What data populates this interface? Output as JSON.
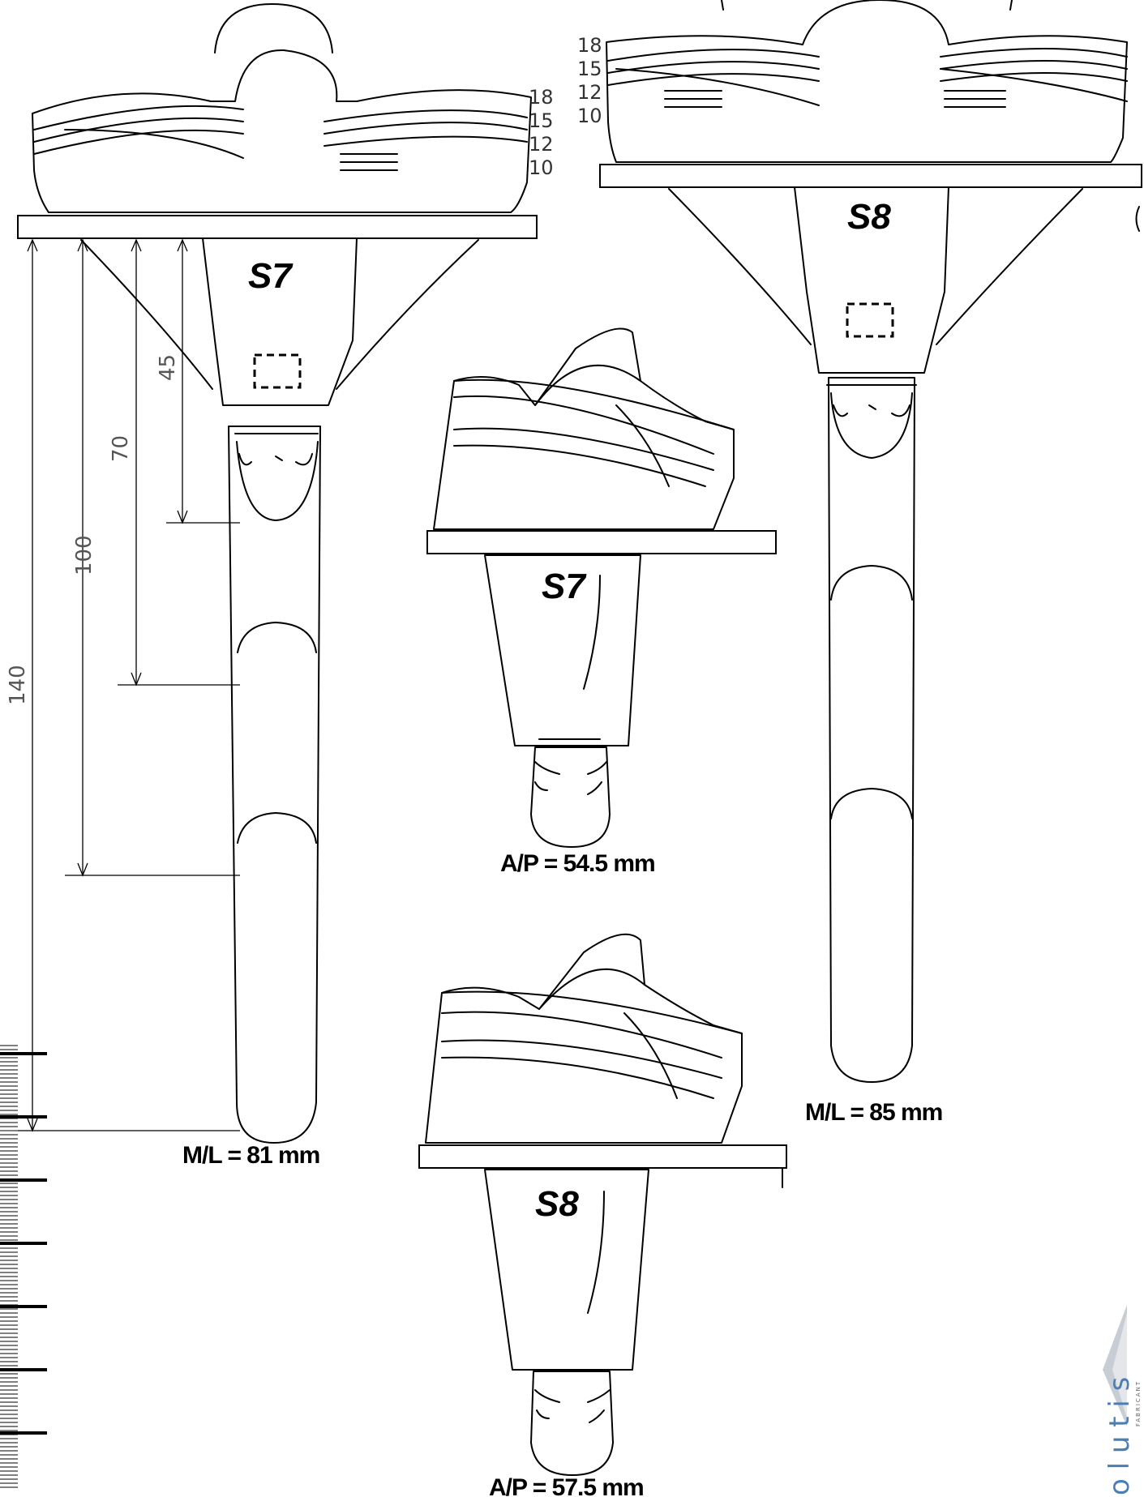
{
  "sizes": {
    "s7_top": "S7",
    "s8_top": "S8",
    "s7_side": "S7",
    "s8_side": "S8"
  },
  "dimensions": {
    "s7_ml": "M/L = 81 mm",
    "s8_ml": "M/L = 85 mm",
    "s7_ap": "A/P = 54.5 mm",
    "s8_ap": "A/P = 57.5 mm"
  },
  "insert_thickness_left": [
    "18",
    "15",
    "12",
    "10"
  ],
  "insert_thickness_right": [
    "18",
    "15",
    "12",
    "10"
  ],
  "stem_lengths": [
    "45",
    "70",
    "100",
    "140"
  ],
  "logo": {
    "text": "o l u t i s",
    "subtext": "FABRICANT"
  }
}
